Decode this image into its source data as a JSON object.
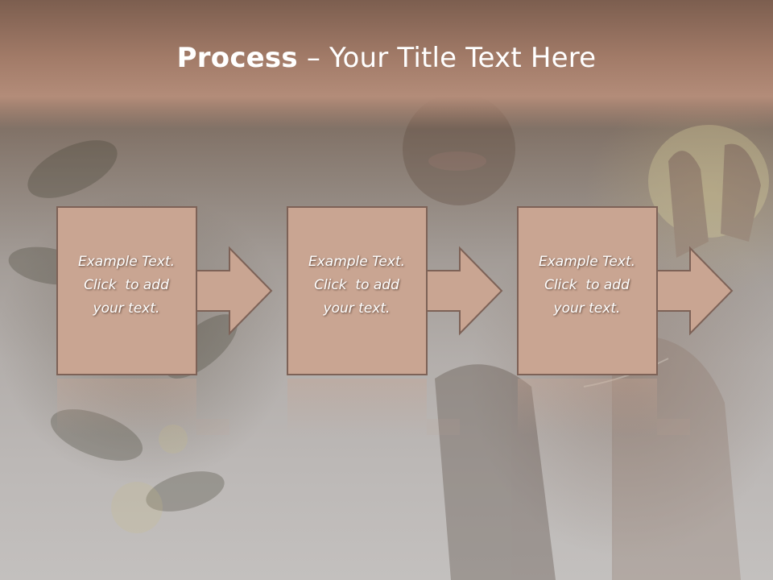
{
  "title": {
    "bold": "Process",
    "separator": " – ",
    "rest": "Your Title Text Here"
  },
  "steps": [
    {
      "lines": [
        "Example Text.",
        "Click  to add",
        "your text."
      ]
    },
    {
      "lines": [
        "Example Text.",
        "Click  to add",
        "your text."
      ]
    },
    {
      "lines": [
        "Example Text.",
        "Click  to add",
        "your text."
      ]
    }
  ],
  "colors": {
    "box_fill": "#c9a592",
    "box_border": "#7d6257",
    "arrow_fill": "#c9a592",
    "title_band": "#a27b68",
    "text": "#ffffff"
  }
}
